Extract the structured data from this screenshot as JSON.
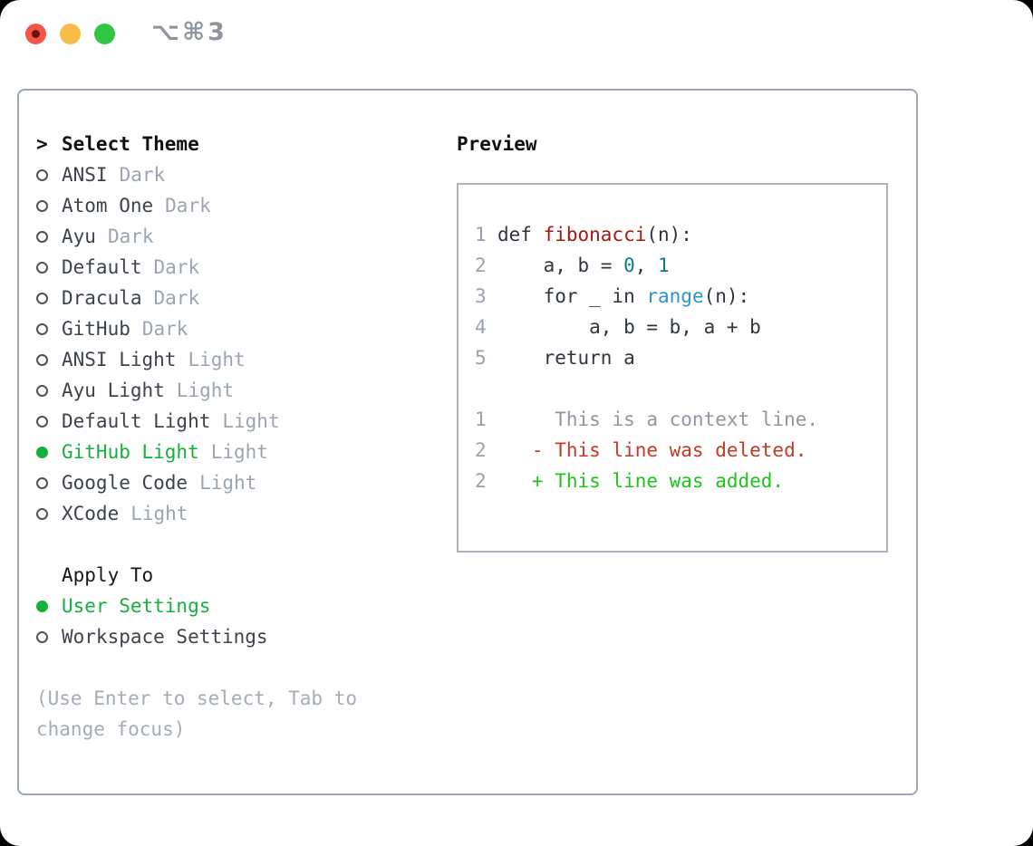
{
  "titlebar": {
    "shortcut": "⌥⌘3",
    "controls": [
      "close",
      "minimize",
      "zoom"
    ]
  },
  "theme_picker": {
    "prompt": ">",
    "header": "Select Theme",
    "themes": [
      {
        "name": "ANSI",
        "badge": "Dark",
        "selected": false
      },
      {
        "name": "Atom One",
        "badge": "Dark",
        "selected": false
      },
      {
        "name": "Ayu",
        "badge": "Dark",
        "selected": false
      },
      {
        "name": "Default",
        "badge": "Dark",
        "selected": false
      },
      {
        "name": "Dracula",
        "badge": "Dark",
        "selected": false
      },
      {
        "name": "GitHub",
        "badge": "Dark",
        "selected": false
      },
      {
        "name": "ANSI Light",
        "badge": "Light",
        "selected": false
      },
      {
        "name": "Ayu Light",
        "badge": "Light",
        "selected": false
      },
      {
        "name": "Default Light",
        "badge": "Light",
        "selected": false
      },
      {
        "name": "GitHub Light",
        "badge": "Light",
        "selected": true
      },
      {
        "name": "Google Code",
        "badge": "Light",
        "selected": false
      },
      {
        "name": "XCode",
        "badge": "Light",
        "selected": false
      }
    ],
    "apply_to": {
      "header": "Apply To",
      "options": [
        {
          "name": "User Settings",
          "selected": true
        },
        {
          "name": "Workspace Settings",
          "selected": false
        }
      ]
    },
    "help": [
      "(Use Enter to select, Tab to",
      "change focus)"
    ]
  },
  "preview": {
    "title": "Preview",
    "code_lines": [
      {
        "num": "1",
        "segments": [
          {
            "t": "def ",
            "c": "plain"
          },
          {
            "t": "fibonacci",
            "c": "function"
          },
          {
            "t": "(n):",
            "c": "plain"
          }
        ]
      },
      {
        "num": "2",
        "segments": [
          {
            "t": "    a, b = ",
            "c": "plain"
          },
          {
            "t": "0",
            "c": "number"
          },
          {
            "t": ", ",
            "c": "plain"
          },
          {
            "t": "1",
            "c": "number"
          }
        ]
      },
      {
        "num": "3",
        "segments": [
          {
            "t": "    for _ in ",
            "c": "plain"
          },
          {
            "t": "range",
            "c": "builtin"
          },
          {
            "t": "(n):",
            "c": "plain"
          }
        ]
      },
      {
        "num": "4",
        "segments": [
          {
            "t": "        a, b = b, a + b",
            "c": "plain"
          }
        ]
      },
      {
        "num": "5",
        "segments": [
          {
            "t": "    return a",
            "c": "plain"
          }
        ]
      }
    ],
    "diff_lines": [
      {
        "num": "1",
        "text": "     This is a context line.",
        "type": "context"
      },
      {
        "num": "2",
        "text": "   - This line was deleted.",
        "type": "deleted"
      },
      {
        "num": "2",
        "text": "   + This line was added.",
        "type": "added"
      }
    ]
  },
  "colors": {
    "selected_green": "#12b23c",
    "diff_added_green": "#1ec41a",
    "diff_deleted_red": "#c33a27",
    "function_red": "#a31815",
    "number_teal": "#0b7b88",
    "builtin_blue": "#2a96cb",
    "muted_gray": "#9ba5b2",
    "panel_border": "#9ca5b2",
    "traffic_red": "#f2564a",
    "traffic_yellow": "#f8bd46",
    "traffic_green": "#2ec643"
  }
}
